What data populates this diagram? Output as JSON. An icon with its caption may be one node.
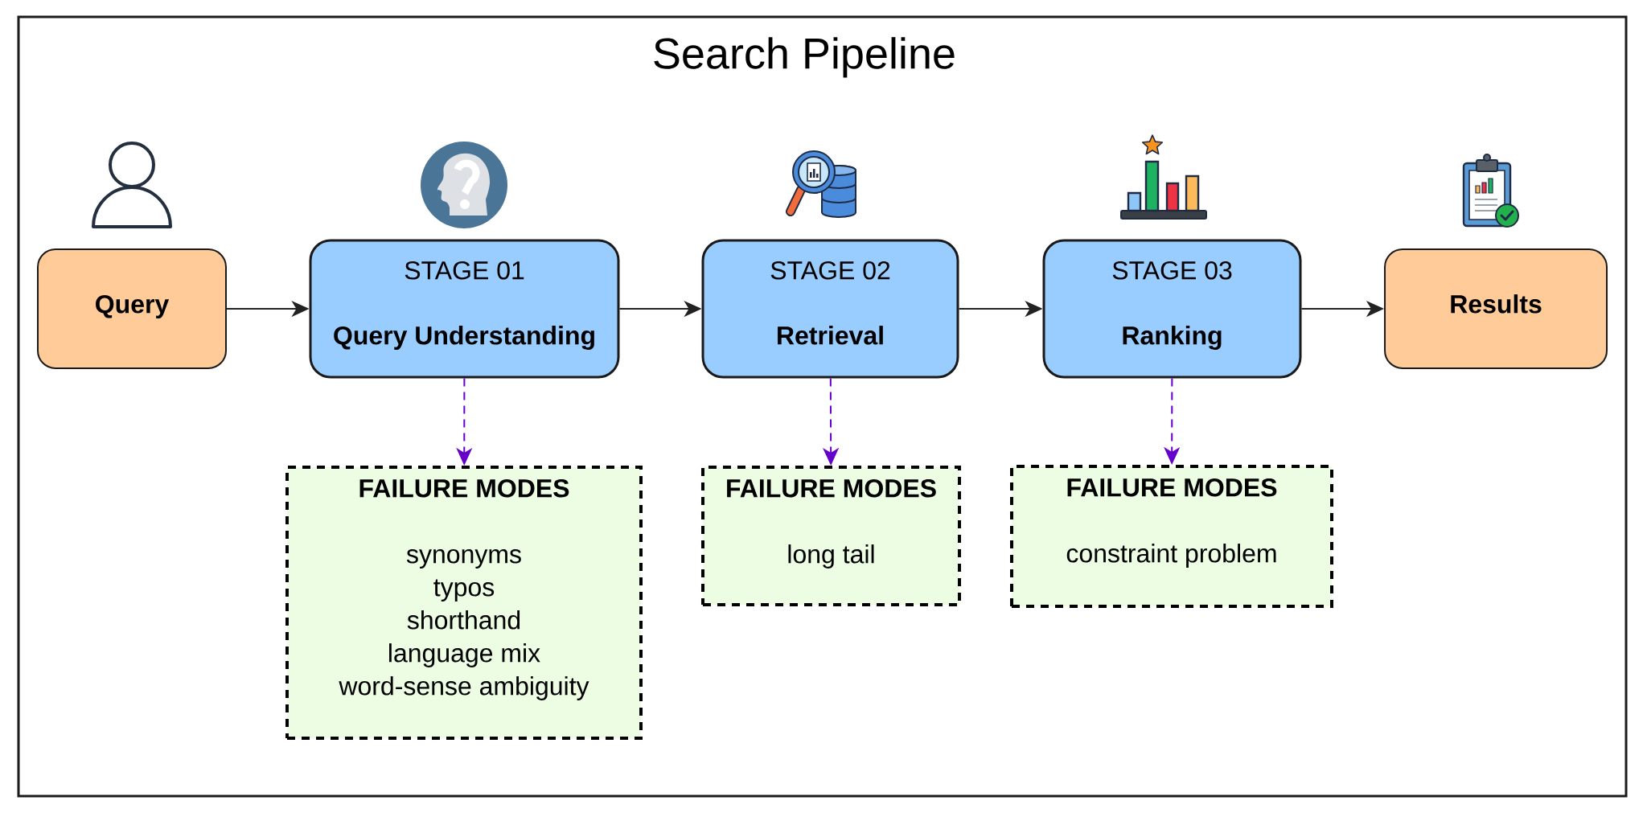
{
  "diagram": {
    "title": "Search Pipeline",
    "nodes": [
      {
        "text": [
          "Query"
        ]
      },
      {
        "text": [
          "STAGE 01",
          "Query Understanding"
        ]
      },
      {
        "text": [
          "STAGE 02",
          "Retrieval"
        ]
      },
      {
        "text": [
          "STAGE 03",
          "Ranking"
        ]
      },
      {
        "text": [
          "Results"
        ]
      },
      {
        "text": [
          "FAILURE MODES",
          "synonyms",
          "typos",
          "shorthand",
          "language mix",
          "word-sense ambiguity"
        ]
      },
      {
        "text": [
          "FAILURE MODES",
          "long tail"
        ]
      },
      {
        "text": [
          "FAILURE MODES",
          "constraint problem"
        ]
      }
    ],
    "edges": [
      {
        "from": 0,
        "to": 1,
        "arrow": "to"
      },
      {
        "from": 1,
        "to": 2,
        "arrow": "to"
      },
      {
        "from": 2,
        "to": 3,
        "arrow": "to"
      },
      {
        "from": 3,
        "to": 4,
        "arrow": "to"
      },
      {
        "from": 1,
        "to": 5,
        "arrow": "to",
        "style": "dashed",
        "color": "#6600cc"
      },
      {
        "from": 2,
        "to": 6,
        "arrow": "to",
        "style": "dashed",
        "color": "#6600cc"
      },
      {
        "from": 3,
        "to": 7,
        "arrow": "to",
        "style": "dashed",
        "color": "#6600cc"
      }
    ]
  }
}
